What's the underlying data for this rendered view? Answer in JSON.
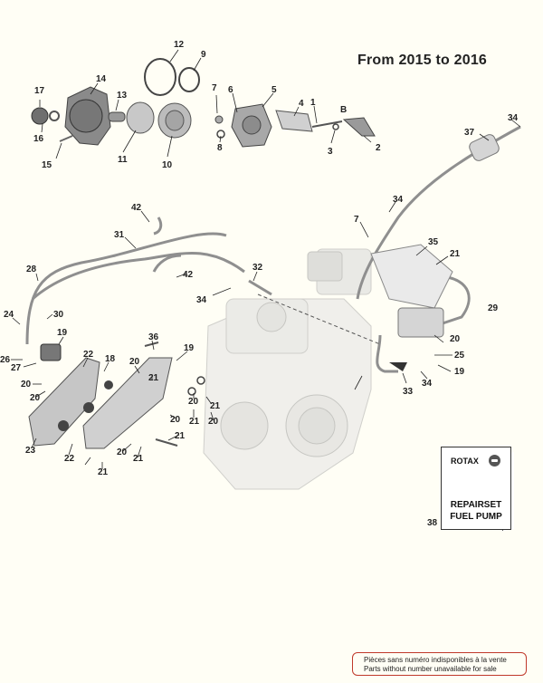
{
  "title": "From 2015 to 2016",
  "callouts": [
    "12",
    "9",
    "14",
    "17",
    "13",
    "7",
    "6",
    "5",
    "4",
    "1",
    "B",
    "34",
    "37",
    "16",
    "11",
    "10",
    "8",
    "3",
    "2",
    "15",
    "7",
    "35",
    "21",
    "42",
    "31",
    "34",
    "32",
    "28",
    "42",
    "34",
    "30",
    "29",
    "24",
    "19",
    "36",
    "20",
    "25",
    "26",
    "27",
    "22",
    "18",
    "19",
    "20",
    "21",
    "20",
    "33",
    "34",
    "19",
    "20",
    "20",
    "21",
    "23",
    "20",
    "21",
    "20",
    "22",
    "21",
    "20",
    "21",
    "21"
  ],
  "repair_card": {
    "brand": "ROTAX",
    "line1": "REPAIRSET",
    "line2": "FUEL PUMP",
    "number": "38"
  },
  "note": {
    "line1": "Pièces sans numéro indisponibles à la vente",
    "line2": "Parts without number unavailable for sale"
  },
  "colors": {
    "parts_light": "#d8d8d8",
    "parts_mid": "#9a9a9a",
    "parts_dark": "#555555",
    "note_border": "#c0392b"
  }
}
